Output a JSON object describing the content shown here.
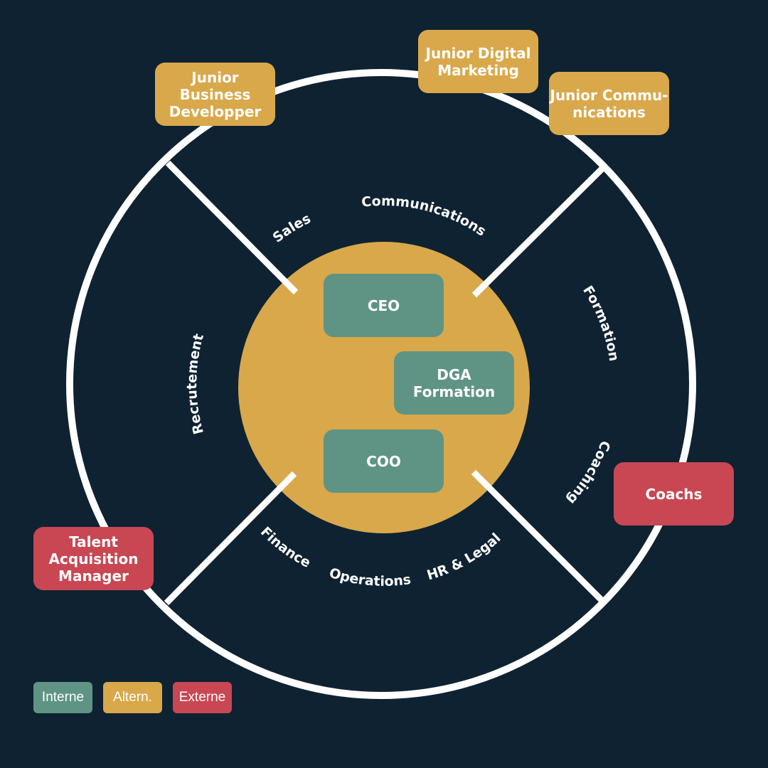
{
  "colors": {
    "background": "#0e2232",
    "interne": "#5f9485",
    "alternance": "#d9a84a",
    "externe": "#c84753",
    "ring": "#ffffff"
  },
  "center_roles": {
    "ceo": "CEO",
    "dga": "DGA\nFormation",
    "coo": "COO"
  },
  "departments": {
    "sales": "Sales",
    "communications": "Communications",
    "formation": "Formation",
    "coaching": "Coaching",
    "hr_legal": "HR & Legal",
    "operations": "Operations",
    "finance": "Finance",
    "recrutement": "Recrutement"
  },
  "outer_roles": {
    "junior_business": "Junior Business\nDevelopper",
    "junior_digital": "Junior Digital\nMarketing",
    "junior_comms": "Junior Commu-\nnications",
    "coachs": "Coachs",
    "talent": "Talent\nAcquisition\nManager"
  },
  "legend": {
    "interne": "Interne",
    "alternance": "Altern.",
    "externe": "Externe"
  }
}
